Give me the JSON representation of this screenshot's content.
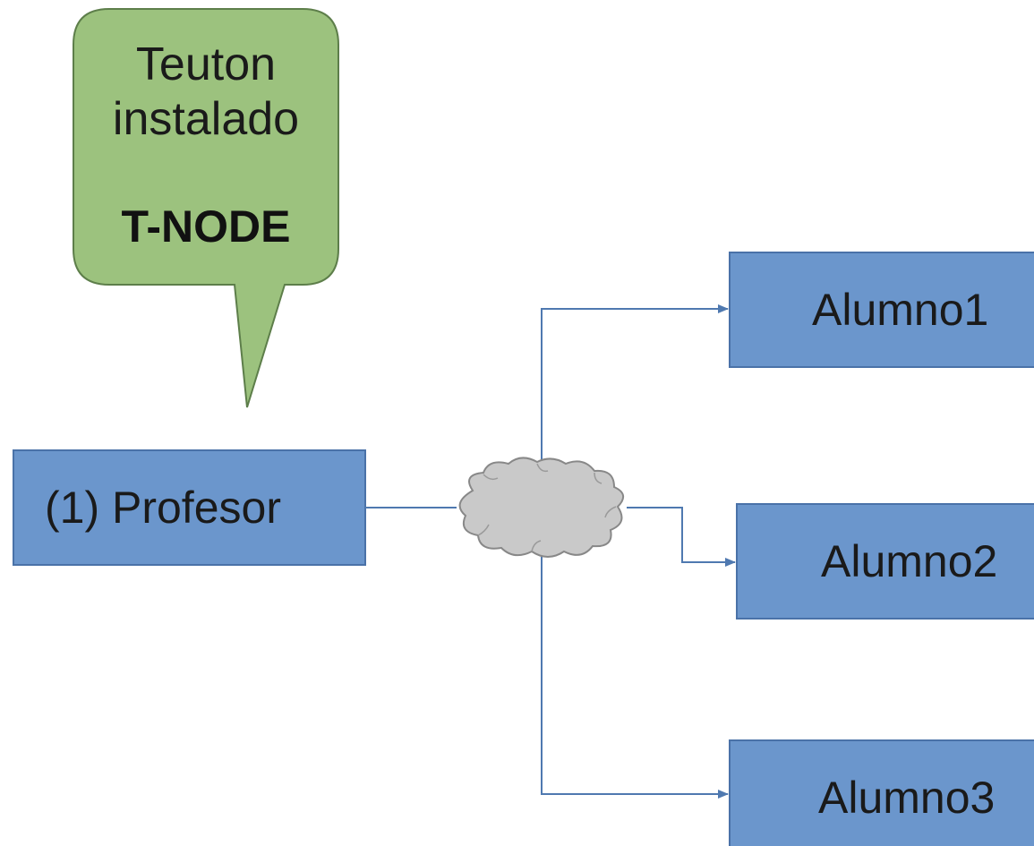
{
  "callout": {
    "line1": "Teuton",
    "line2": "instalado",
    "line3": "T-NODE"
  },
  "nodes": {
    "teacher": "(1) Profesor",
    "student1": "Alumno1",
    "student2": "Alumno2",
    "student3": "Alumno3"
  },
  "network": {
    "icon": "cloud-icon"
  },
  "colors": {
    "node_fill": "#6b96cc",
    "node_stroke": "#4a72a8",
    "callout_fill": "#9cc27e",
    "callout_stroke": "#5d7e4a",
    "cloud_fill": "#c9c9c9",
    "cloud_stroke": "#888888",
    "connector": "#4f79b0"
  }
}
